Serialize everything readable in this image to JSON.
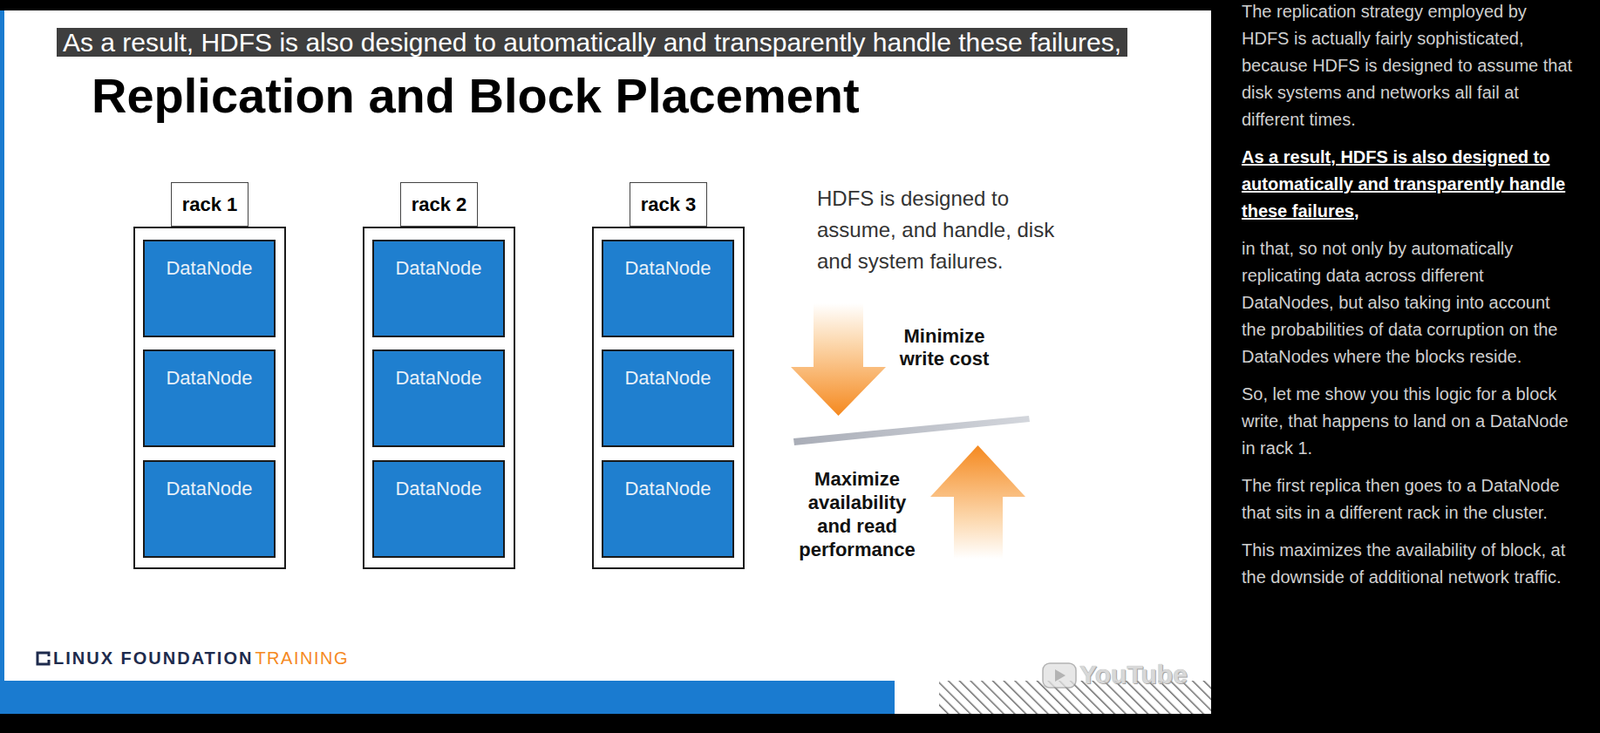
{
  "diagram": {
    "title": "Replication and Block Placement",
    "nodes": [
      {
        "text": [
          "rack 1"
        ]
      },
      {
        "text": [
          "DataNode"
        ],
        "in": 0
      },
      {
        "text": [
          "DataNode"
        ],
        "in": 0
      },
      {
        "text": [
          "DataNode"
        ],
        "in": 0
      },
      {
        "text": [
          "rack 2"
        ]
      },
      {
        "text": [
          "DataNode"
        ],
        "in": 4
      },
      {
        "text": [
          "DataNode"
        ],
        "in": 4
      },
      {
        "text": [
          "DataNode"
        ],
        "in": 4
      },
      {
        "text": [
          "rack 3"
        ]
      },
      {
        "text": [
          "DataNode"
        ],
        "in": 8
      },
      {
        "text": [
          "DataNode"
        ],
        "in": 8
      },
      {
        "text": [
          "DataNode"
        ],
        "in": 8
      }
    ],
    "labels": [
      "As a result, HDFS is also designed to automatically and transparently handle these failures,",
      "HDFS is designed to assume, and handle, disk and system failures.",
      "Minimize write cost",
      "Maximize availability and read performance",
      "LINUX FOUNDATION",
      "TRAINING",
      "YouTube",
      "The replication strategy employed by HDFS is actually fairly sophisticated, because HDFS is designed to assume that disk systems and networks all fail at different times.",
      "As a result, HDFS is also designed to automatically and transparently handle these failures,",
      "in that, so not only by automatically replicating data across different DataNodes, but also taking into account the probabilities of data corruption on the DataNodes where the blocks reside.",
      "So, let me show you this logic for a block write, that happens to land on a DataNode in rack 1.",
      "The first replica then goes to a DataNode that sits in a different rack in the cluster.",
      "This maximizes the availability of block, at the downside of additional network traffic."
    ]
  }
}
